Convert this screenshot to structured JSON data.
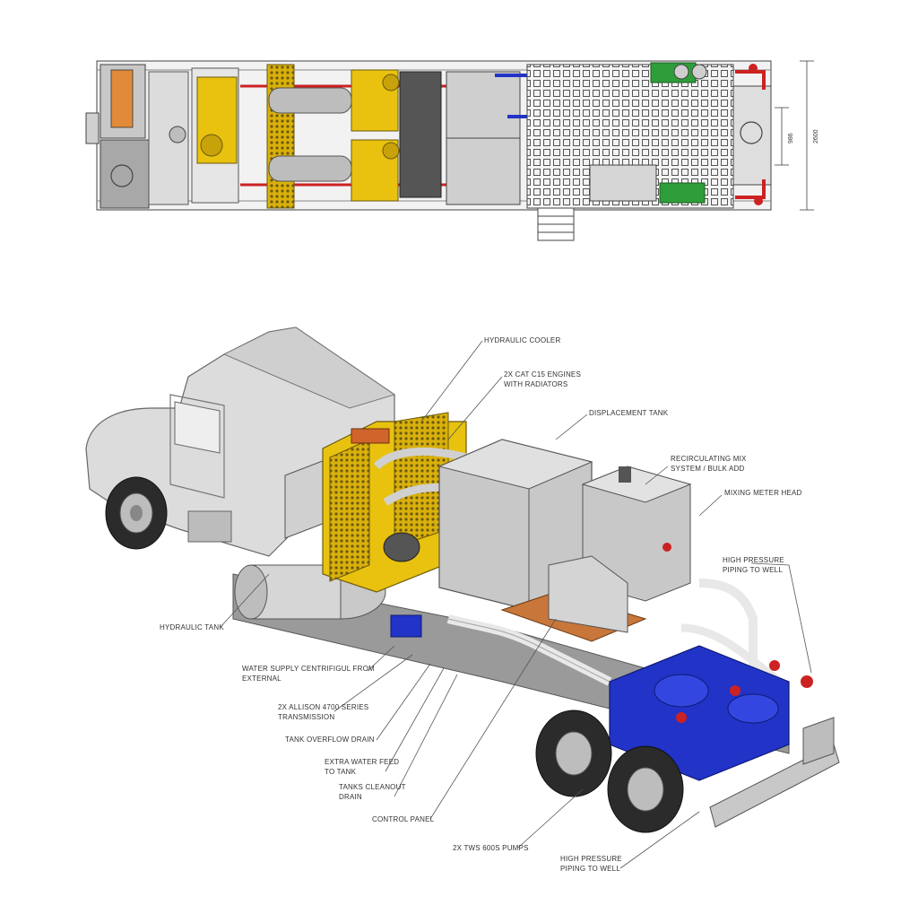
{
  "top_view": {
    "dimension_overall": "2600",
    "dimension_inner": "986"
  },
  "callouts": [
    {
      "id": "hydraulic-cooler",
      "lines": [
        "HYDRAULIC COOLER"
      ]
    },
    {
      "id": "cat-c15-engines",
      "lines": [
        "2X CAT C15 ENGINES",
        "WITH RADIATORS"
      ]
    },
    {
      "id": "displacement-tank",
      "lines": [
        "DISPLACEMENT TANK"
      ]
    },
    {
      "id": "recirculating-mix",
      "lines": [
        "RECIRCULATING MIX",
        "SYSTEM / BULK ADD"
      ]
    },
    {
      "id": "mixing-meter-head",
      "lines": [
        "MIXING METER HEAD"
      ]
    },
    {
      "id": "high-pressure-piping-upper",
      "lines": [
        "HIGH PRESSURE",
        "PIPING TO WELL"
      ]
    },
    {
      "id": "hydraulic-tank",
      "lines": [
        "HYDRAULIC TANK"
      ]
    },
    {
      "id": "water-supply",
      "lines": [
        "WATER SUPPLY CENTRIFIGUL FROM",
        "EXTERNAL"
      ]
    },
    {
      "id": "allison-transmission",
      "lines": [
        "2X ALLISON 4700 SERIES",
        "TRANSMISSION"
      ]
    },
    {
      "id": "tank-overflow-drain",
      "lines": [
        "TANK OVERFLOW DRAIN"
      ]
    },
    {
      "id": "extra-water-feed",
      "lines": [
        "EXTRA WATER FEED",
        "TO TANK"
      ]
    },
    {
      "id": "tanks-cleanout-drain",
      "lines": [
        "TANKS CLEANOUT",
        "DRAIN"
      ]
    },
    {
      "id": "control-panel",
      "lines": [
        "CONTROL PANEL"
      ]
    },
    {
      "id": "tws-pumps",
      "lines": [
        "2X TWS 600S PUMPS"
      ]
    },
    {
      "id": "high-pressure-piping-lower",
      "lines": [
        "HIGH PRESSURE",
        "PIPING TO WELL"
      ]
    }
  ],
  "colors": {
    "engine_yellow": "#e8c20e",
    "pump_blue": "#2233c8",
    "pipe_red": "#cc2222",
    "valve_green": "#2e9e3a",
    "frame_gray": "#b8b8b8",
    "deck_orange": "#c8763a"
  }
}
